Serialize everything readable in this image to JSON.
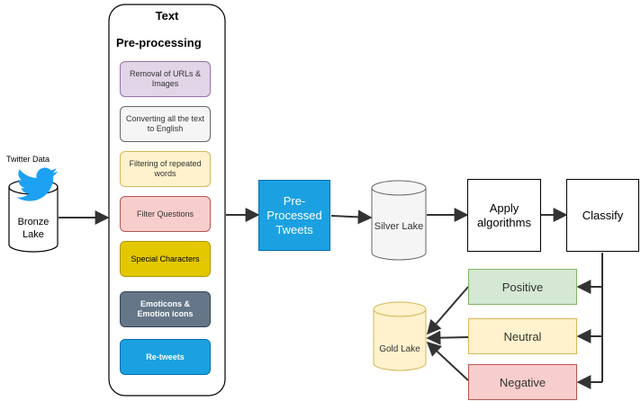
{
  "source": {
    "label": "Twitter Data",
    "icon": "twitter-bird-icon",
    "store": "Bronze\nLake"
  },
  "preprocessing": {
    "title_line1": "Text",
    "title_line2": "Pre-processing",
    "steps": [
      {
        "label": "Removal of URLs & Images",
        "fill": "#e1d5e7",
        "stroke": "#9673a6",
        "text": "#333333"
      },
      {
        "label": "Converting all the text to English",
        "fill": "#f5f5f5",
        "stroke": "#666666",
        "text": "#333333"
      },
      {
        "label": "Filtering of repeated words",
        "fill": "#fff2cc",
        "stroke": "#d6b656",
        "text": "#333333"
      },
      {
        "label": "Filter Questions",
        "fill": "#f8cecc",
        "stroke": "#b85450",
        "text": "#333333"
      },
      {
        "label": "Special Characters",
        "fill": "#e3c800",
        "stroke": "#b09500",
        "text": "#000000"
      },
      {
        "label": "Emoticons & Emotion icons",
        "fill": "#647687",
        "stroke": "#314354",
        "text": "#ffffff"
      },
      {
        "label": "Re-tweets",
        "fill": "#1ba1e2",
        "stroke": "#006eaf",
        "text": "#ffffff"
      }
    ]
  },
  "processed": {
    "label": "Pre-\nProcessed\nTweets",
    "fill": "#1ba1e2"
  },
  "silver_lake": {
    "label": "Silver Lake"
  },
  "apply": {
    "label": "Apply\nalgorithms"
  },
  "classify": {
    "label": "Classify"
  },
  "gold_lake": {
    "label": "Gold Lake"
  },
  "sentiments": [
    {
      "label": "Positive",
      "fill": "#d5e8d4",
      "stroke": "#82b366"
    },
    {
      "label": "Neutral",
      "fill": "#fff2cc",
      "stroke": "#d6b656"
    },
    {
      "label": "Negative",
      "fill": "#f8cecc",
      "stroke": "#b85450"
    }
  ],
  "colors": {
    "connector": "#333333",
    "cylinder_gray": "#f5f5f5",
    "cylinder_gold": "#fff2cc",
    "twitter_blue": "#1da1f2"
  }
}
